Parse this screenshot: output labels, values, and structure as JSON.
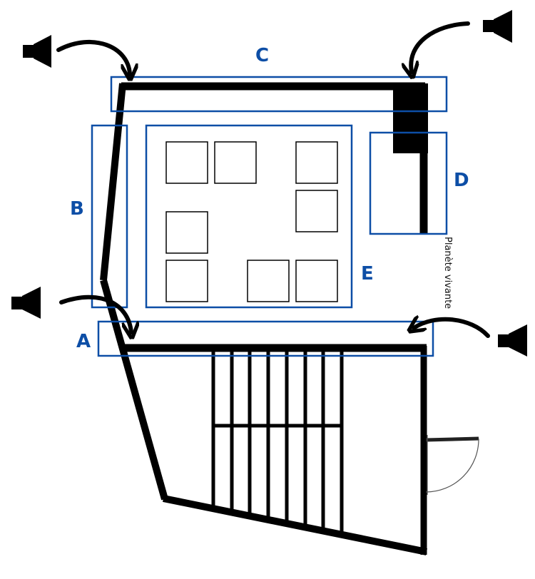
{
  "colors": {
    "zone_outline": "#0d4ea6",
    "zone_label": "#0d4ea6",
    "wall": "#000000",
    "furniture_outline": "#000000",
    "door_arc": "#555555",
    "background": "#ffffff"
  },
  "zones": [
    {
      "id": "A",
      "label": "A"
    },
    {
      "id": "B",
      "label": "B"
    },
    {
      "id": "C",
      "label": "C"
    },
    {
      "id": "D",
      "label": "D"
    },
    {
      "id": "E",
      "label": "E"
    }
  ],
  "side_note": "Planète vivante",
  "speakers": [
    {
      "icon": "speaker-icon",
      "position": "top-left"
    },
    {
      "icon": "speaker-icon",
      "position": "top-right"
    },
    {
      "icon": "speaker-icon",
      "position": "middle-left"
    },
    {
      "icon": "speaker-icon",
      "position": "middle-right"
    }
  ]
}
